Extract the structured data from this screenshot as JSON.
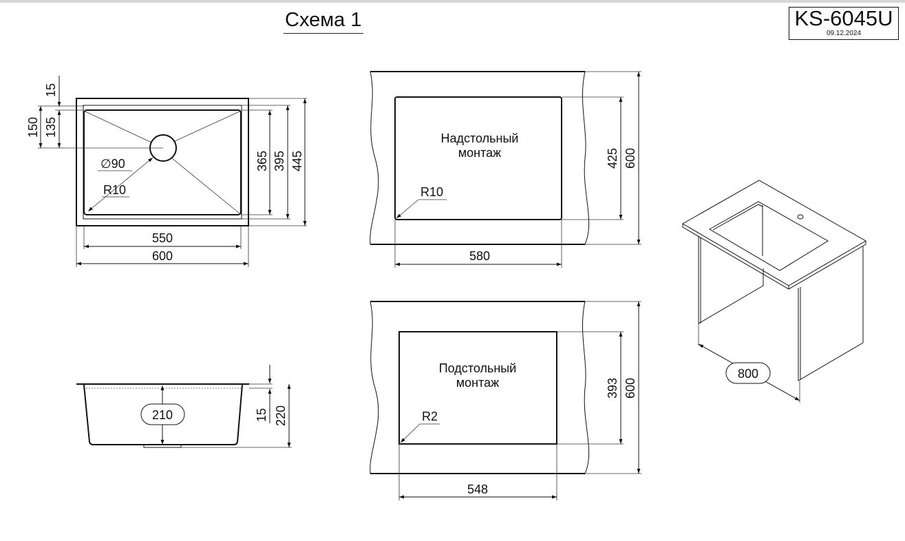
{
  "header": {
    "title": "Схема 1",
    "model_code": "KS-6045U",
    "date": "09.12.2024"
  },
  "top_view": {
    "rim_offset": "15",
    "drain_offset_outer": "150",
    "drain_offset_inner": "135",
    "drain_diameter": "∅90",
    "drain_diameter_symbol": "∅",
    "drain_diameter_value": "90",
    "corner_radius": "R10",
    "bowl_height": "365",
    "inner_height": "395",
    "outer_height": "445",
    "bowl_width": "550",
    "outer_width": "600"
  },
  "side_view": {
    "bowl_depth": "210",
    "rim_thickness": "15",
    "total_depth": "220"
  },
  "overmount": {
    "label_line1": "Надстольный",
    "label_line2": "монтаж",
    "corner_radius": "R10",
    "cutout_height": "425",
    "countertop_depth": "600",
    "cutout_width": "580"
  },
  "undermount": {
    "label_line1": "Подстольный",
    "label_line2": "монтаж",
    "corner_radius": "R2",
    "cutout_height": "393",
    "countertop_depth": "600",
    "cutout_width": "548"
  },
  "isometric": {
    "cabinet_width": "800"
  },
  "colors": {
    "line": "#111111",
    "background": "#ffffff",
    "top_bar": "#d6d6d6"
  }
}
